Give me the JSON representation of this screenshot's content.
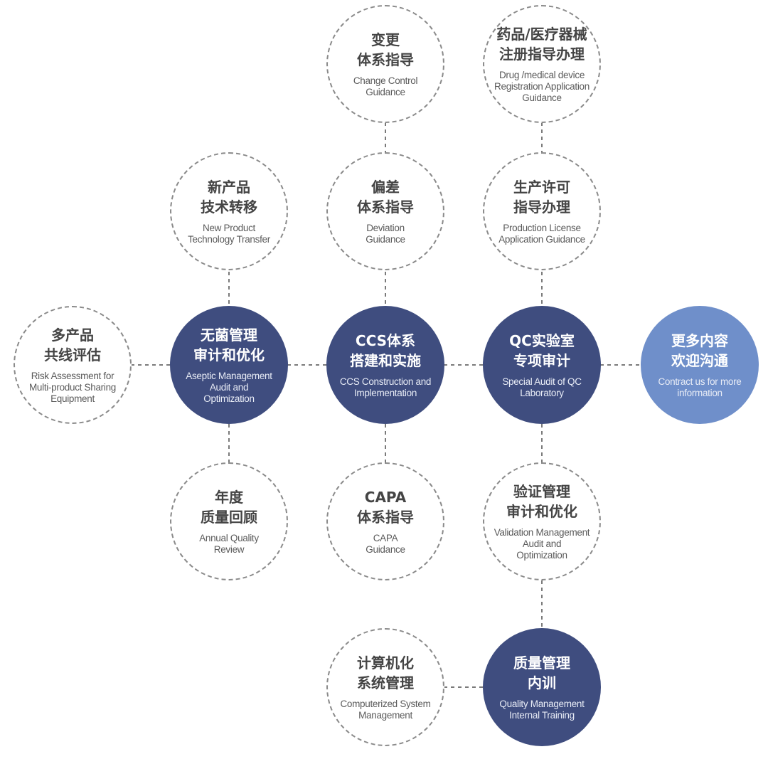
{
  "colors": {
    "primary_fill": "#3f4d7f",
    "accent_fill": "#6f8fca",
    "outline_border": "#8a8a8a",
    "connector": "#7a7a7a"
  },
  "nodes": {
    "change_control": {
      "zh": [
        "变更",
        "体系指导"
      ],
      "en": [
        "Change Control",
        "Guidance"
      ]
    },
    "registration": {
      "zh": [
        "药品/医疗器械",
        "注册指导办理"
      ],
      "en": [
        "Drug /medical device",
        "Registration Application",
        "Guidance"
      ]
    },
    "new_product": {
      "zh": [
        "新产品",
        "技术转移"
      ],
      "en": [
        "New Product",
        "Technology Transfer"
      ]
    },
    "deviation": {
      "zh": [
        "偏差",
        "体系指导"
      ],
      "en": [
        "Deviation",
        "Guidance"
      ]
    },
    "production_license": {
      "zh": [
        "生产许可",
        "指导办理"
      ],
      "en": [
        "Production License",
        "Application Guidance"
      ]
    },
    "multi_product": {
      "zh": [
        "多产品",
        "共线评估"
      ],
      "en": [
        "Risk Assessment for",
        "Multi-product Sharing",
        "Equipment"
      ]
    },
    "aseptic": {
      "zh": [
        "无菌管理",
        "审计和优化"
      ],
      "en": [
        "Aseptic Management",
        "Audit and",
        "Optimization"
      ]
    },
    "ccs": {
      "zh": [
        "CCS体系",
        "搭建和实施"
      ],
      "en": [
        "CCS Construction and",
        "Implementation"
      ]
    },
    "qc_lab": {
      "zh": [
        "QC实验室",
        "专项审计"
      ],
      "en": [
        "Special Audit of QC",
        "Laboratory"
      ]
    },
    "contact": {
      "zh": [
        "更多内容",
        "欢迎沟通"
      ],
      "en": [
        "Contract us for more",
        "information"
      ]
    },
    "annual_review": {
      "zh": [
        "年度",
        "质量回顾"
      ],
      "en": [
        "Annual Quality",
        "Review"
      ]
    },
    "capa": {
      "zh": [
        "CAPA",
        "体系指导"
      ],
      "en": [
        "CAPA",
        "Guidance"
      ]
    },
    "validation": {
      "zh": [
        "验证管理",
        "审计和优化"
      ],
      "en": [
        "Validation Management",
        "Audit and",
        "Optimization"
      ]
    },
    "computerized": {
      "zh": [
        "计算机化",
        "系统管理"
      ],
      "en": [
        "Computerized System",
        "Management"
      ]
    },
    "quality_training": {
      "zh": [
        "质量管理",
        "内训"
      ],
      "en": [
        "Quality Management",
        "Internal Training"
      ]
    }
  }
}
